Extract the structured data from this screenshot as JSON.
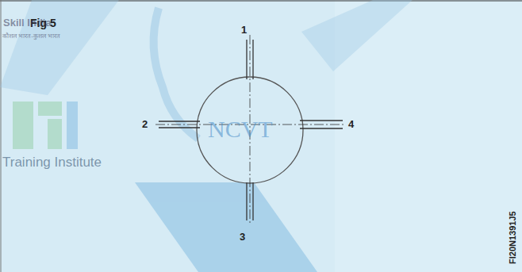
{
  "diagram": {
    "title": "Fig 5",
    "labels": [
      "1",
      "2",
      "3",
      "4",
      "FI20N1391J5",
      "NCVT",
      "Skill India",
      "कौशल भारत-कुशल भारत",
      "Training Institute"
    ]
  }
}
